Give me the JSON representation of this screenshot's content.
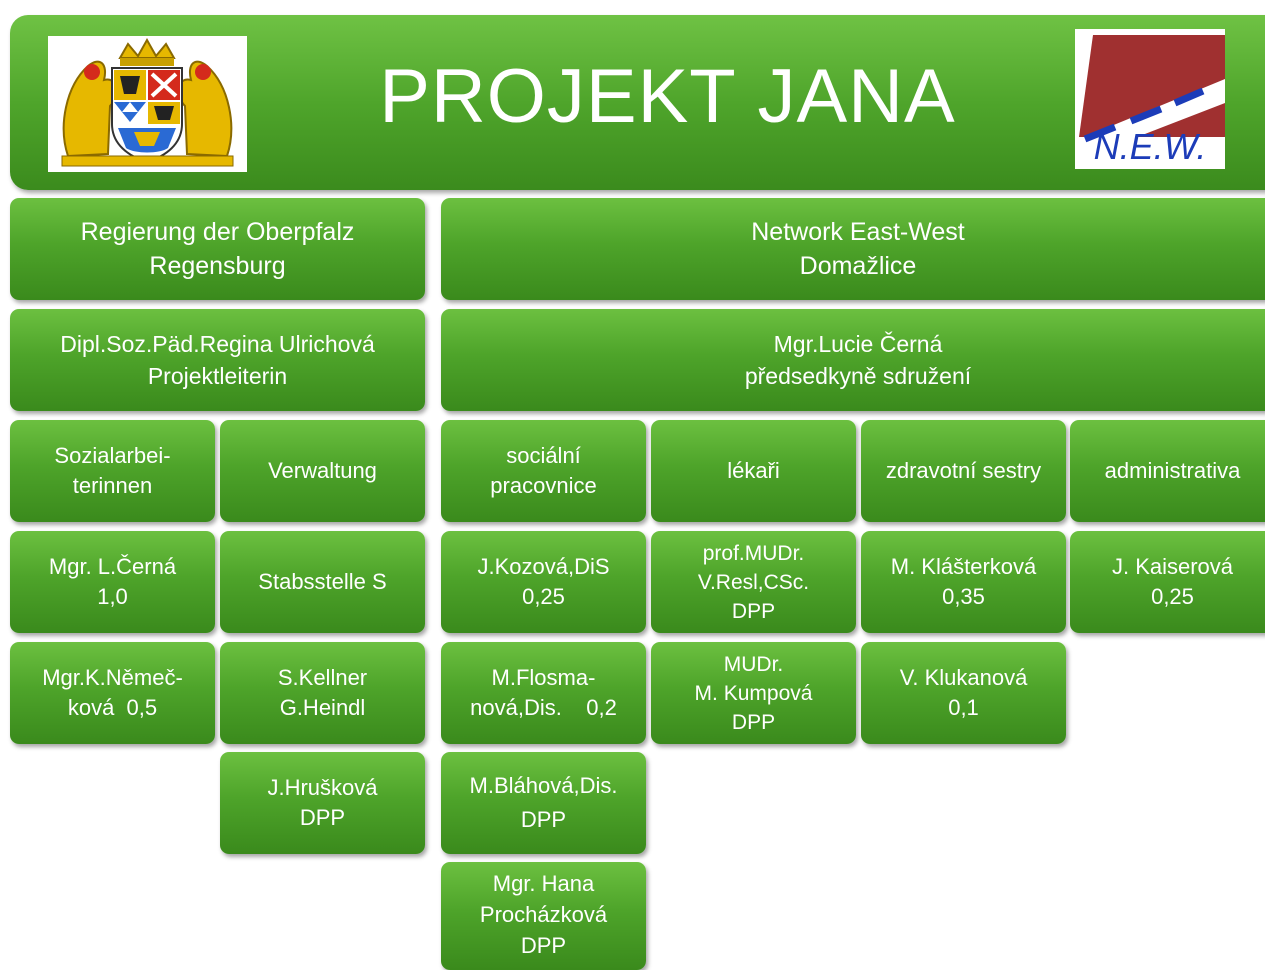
{
  "header": {
    "title": "PROJEKT JANA",
    "left_logo_icon": "bavarian-coat-of-arms",
    "right_logo_text": "N.E.W."
  },
  "organizations": {
    "german": [
      "Regierung der Oberpfalz",
      "Regensburg"
    ],
    "czech": [
      "Network East-West",
      "Domažlice"
    ]
  },
  "leaders": {
    "german": [
      "Dipl.Soz.Päd.Regina Ulrichová",
      "Projektleiterin"
    ],
    "czech": [
      "Mgr.Lucie Černá",
      "předsedkyně sdružení"
    ]
  },
  "departments": {
    "sozialarbeiterinnen": [
      "Sozialarbei-",
      "terinnen"
    ],
    "verwaltung": [
      "Verwaltung"
    ],
    "socialni_pracovnice": [
      "sociální",
      "pracovnice"
    ],
    "lekari": [
      "lékaři"
    ],
    "zdravotni_sestry": [
      "zdravotní sestry"
    ],
    "administrativa": [
      "administrativa"
    ]
  },
  "staff": {
    "sozialarbeiterinnen": [
      [
        "Mgr. L.Černá",
        "1,0"
      ],
      [
        "Mgr.K.Němeč-",
        "ková  0,5"
      ]
    ],
    "verwaltung": [
      [
        "Stabsstelle S"
      ],
      [
        "S.Kellner",
        "G.Heindl"
      ],
      [
        "J.Hrušková",
        "DPP"
      ]
    ],
    "socialni_pracovnice": [
      [
        "J.Kozová,DiS",
        "0,25"
      ],
      [
        "M.Flosma-",
        "nová,Dis.    0,2"
      ],
      [
        "M.Bláhová,Dis.",
        "DPP"
      ],
      [
        "Mgr. Hana",
        "Procházková",
        "DPP"
      ]
    ],
    "lekari": [
      [
        "prof.MUDr.",
        "V.Resl,CSc.",
        "DPP"
      ],
      [
        "MUDr.",
        "M. Kumpová",
        "DPP"
      ]
    ],
    "zdravotni_sestry": [
      [
        "M. Klášterková",
        "0,35"
      ],
      [
        "V. Klukanová",
        "0,1"
      ]
    ],
    "administrativa": [
      [
        "J. Kaiserová",
        "0,25"
      ]
    ]
  },
  "colors": {
    "box_green_top": "#6cc040",
    "box_green_bottom": "#3a8a1c",
    "text": "#ffffff"
  }
}
